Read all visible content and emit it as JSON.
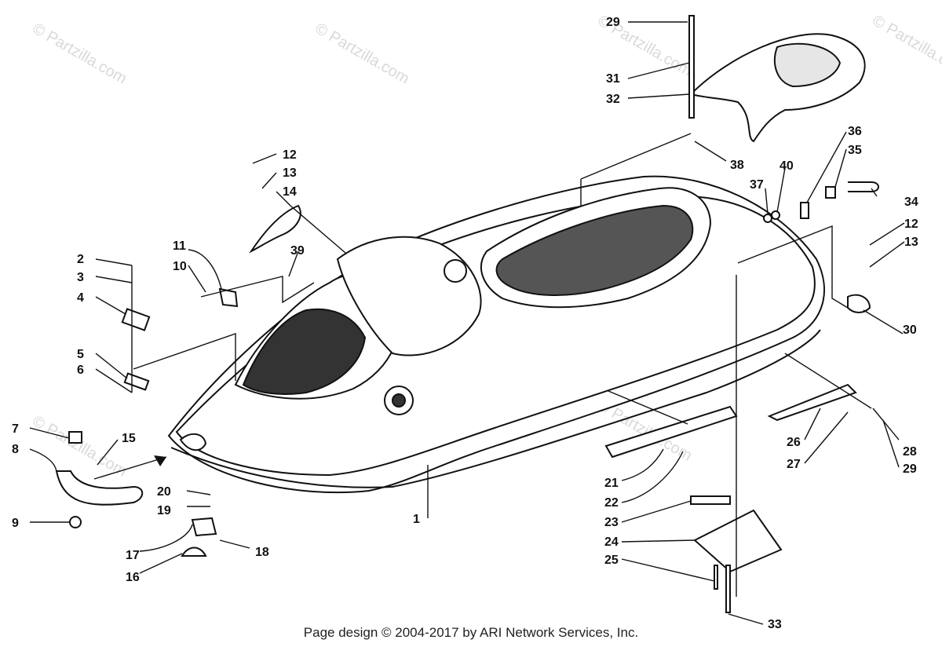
{
  "footer": "Page design © 2004-2017 by ARI Network Services, Inc.",
  "watermark": "© Partzilla.com",
  "callouts": [
    "1",
    "2",
    "3",
    "4",
    "5",
    "6",
    "7",
    "8",
    "9",
    "10",
    "11",
    "12",
    "13",
    "14",
    "15",
    "16",
    "17",
    "18",
    "19",
    "20",
    "21",
    "22",
    "23",
    "24",
    "25",
    "26",
    "27",
    "28",
    "29",
    "30",
    "31",
    "32",
    "33",
    "34",
    "35",
    "36",
    "37",
    "38",
    "39",
    "40"
  ],
  "callouts_repeat": {
    "a": "12",
    "b": "13",
    "c": "29"
  },
  "colors": {
    "line": "#111111",
    "watermark": "#d9d9d9",
    "background": "#ffffff"
  }
}
